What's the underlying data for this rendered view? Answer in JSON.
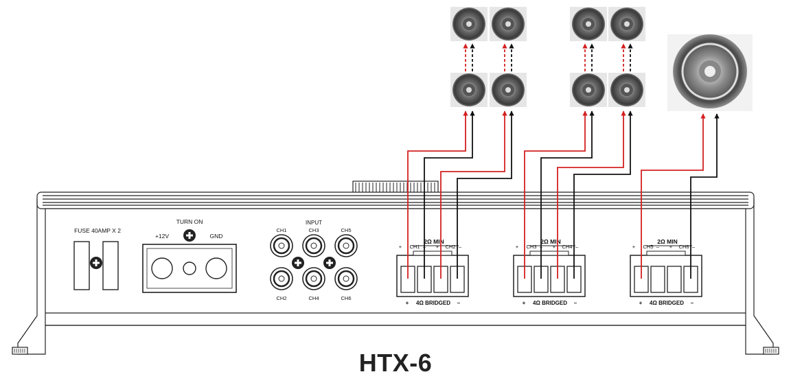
{
  "model_name": "HTX-6",
  "fuse_label": "FUSE 40AMP X 2",
  "power": {
    "turn_on": "TURN ON",
    "plus12": "+12V",
    "gnd": "GND"
  },
  "input": {
    "title": "INPUT",
    "top_labels": [
      "CH1",
      "CH3",
      "CH5"
    ],
    "bottom_labels": [
      "CH2",
      "CH4",
      "CH6"
    ]
  },
  "outputs": [
    {
      "min": "2Ω MIN",
      "ch_a": "CH1",
      "ch_b": "CH2",
      "bridged": "4Ω BRIDGED",
      "plus": "+",
      "minus": "–"
    },
    {
      "min": "2Ω MIN",
      "ch_a": "CH3",
      "ch_b": "CH4",
      "bridged": "4Ω BRIDGED",
      "plus": "+",
      "minus": "–"
    },
    {
      "min": "2Ω MIN",
      "ch_a": "CH5",
      "ch_b": "CH6",
      "bridged": "4Ω BRIDGED",
      "plus": "+",
      "minus": "–"
    }
  ],
  "colors": {
    "positive_wire": "#d42020",
    "negative_wire": "#111111",
    "outline": "#222222"
  }
}
